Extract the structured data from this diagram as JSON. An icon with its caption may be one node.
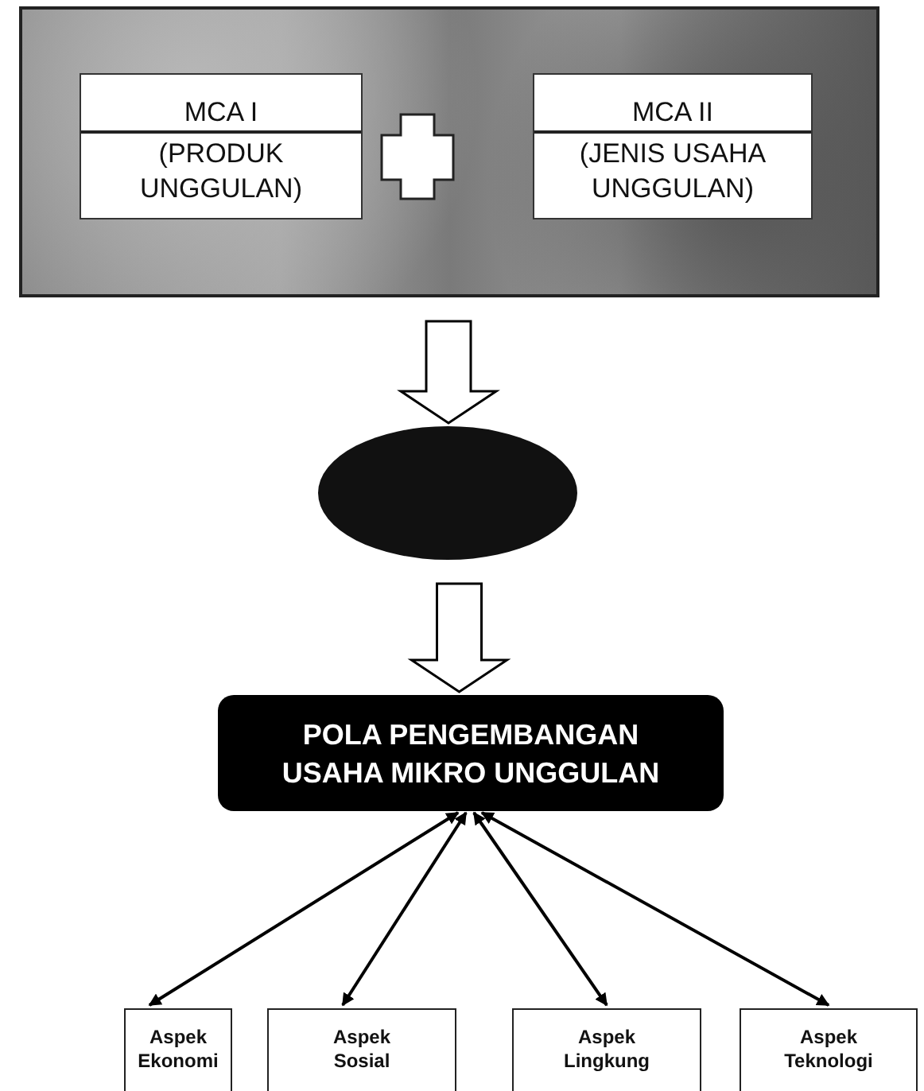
{
  "diagram": {
    "nodes": [
      {
        "text": [],
        "shape": "box"
      },
      {
        "text": [
          "MCA I",
          "(PRODUK UNGGULAN)"
        ],
        "in": 0
      },
      {
        "text": [
          "MCA II",
          "(JENIS USAHA UNGGULAN)"
        ],
        "in": 0
      },
      {
        "text": [],
        "shape": "ellipse"
      },
      {
        "text": [
          "POLA PENGEMBANGAN USAHA MIKRO UNGGULAN"
        ]
      },
      {
        "text": [
          "Aspek Ekonomi"
        ]
      },
      {
        "text": [
          "Aspek Sosial"
        ]
      },
      {
        "text": [
          "Aspek Lingkung"
        ]
      },
      {
        "text": [
          "Aspek Teknologi"
        ]
      }
    ],
    "edges": [
      {
        "from": 0,
        "to": 3,
        "arrow": "to",
        "style": "thick"
      },
      {
        "from": 3,
        "to": 4,
        "arrow": "to",
        "style": "thick"
      },
      {
        "from": 4,
        "to": 5,
        "arrow": "both"
      },
      {
        "from": 4,
        "to": 6,
        "arrow": "both"
      },
      {
        "from": 4,
        "to": 7,
        "arrow": "both"
      },
      {
        "from": 4,
        "to": 8,
        "arrow": "both"
      }
    ]
  }
}
